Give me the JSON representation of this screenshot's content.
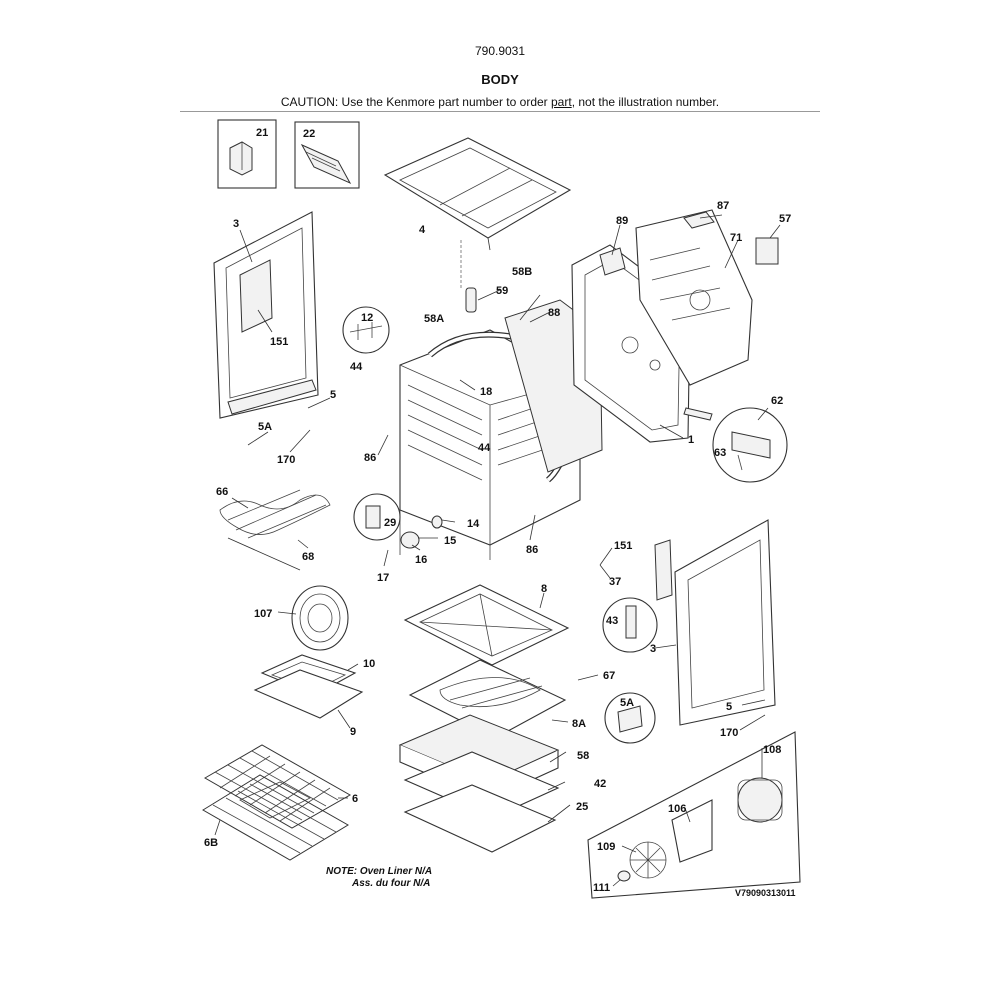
{
  "header": {
    "model": "790.9031",
    "title": "BODY",
    "caution_before": "CAUTION: Use the Kenmore part number to order ",
    "caution_link": "part",
    "caution_after": ", not the illustration number."
  },
  "note": {
    "line1": "NOTE: Oven Liner N/A",
    "line2": "Ass. du four N/A"
  },
  "drawing_code": "V79090313011",
  "callouts": {
    "c21": "21",
    "c22": "22",
    "c4": "4",
    "c3": "3",
    "c151": "151",
    "c12": "12",
    "c44": "44",
    "c58A": "58A",
    "c58B": "58B",
    "c59": "59",
    "c88": "88",
    "c89": "89",
    "c87": "87",
    "c71": "71",
    "c57": "57",
    "c18": "18",
    "c5": "5",
    "c5A": "5A",
    "c170": "170",
    "c86": "86",
    "c44b": "44",
    "c1": "1",
    "c62": "62",
    "c63": "63",
    "c66": "66",
    "c68": "68",
    "c29": "29",
    "c14": "14",
    "c15": "15",
    "c16": "16",
    "c17": "17",
    "c86b": "86",
    "c151b": "151",
    "c37": "37",
    "c8": "8",
    "c43": "43",
    "c107": "107",
    "c10": "10",
    "c3b": "3",
    "c67": "67",
    "c9": "9",
    "c8A": "8A",
    "c5b": "5",
    "c5Ab": "5A",
    "c170b": "170",
    "c58": "58",
    "c108": "108",
    "c42": "42",
    "c6": "6",
    "c25": "25",
    "c106": "106",
    "c6B": "6B",
    "c109": "109",
    "c111": "111"
  }
}
